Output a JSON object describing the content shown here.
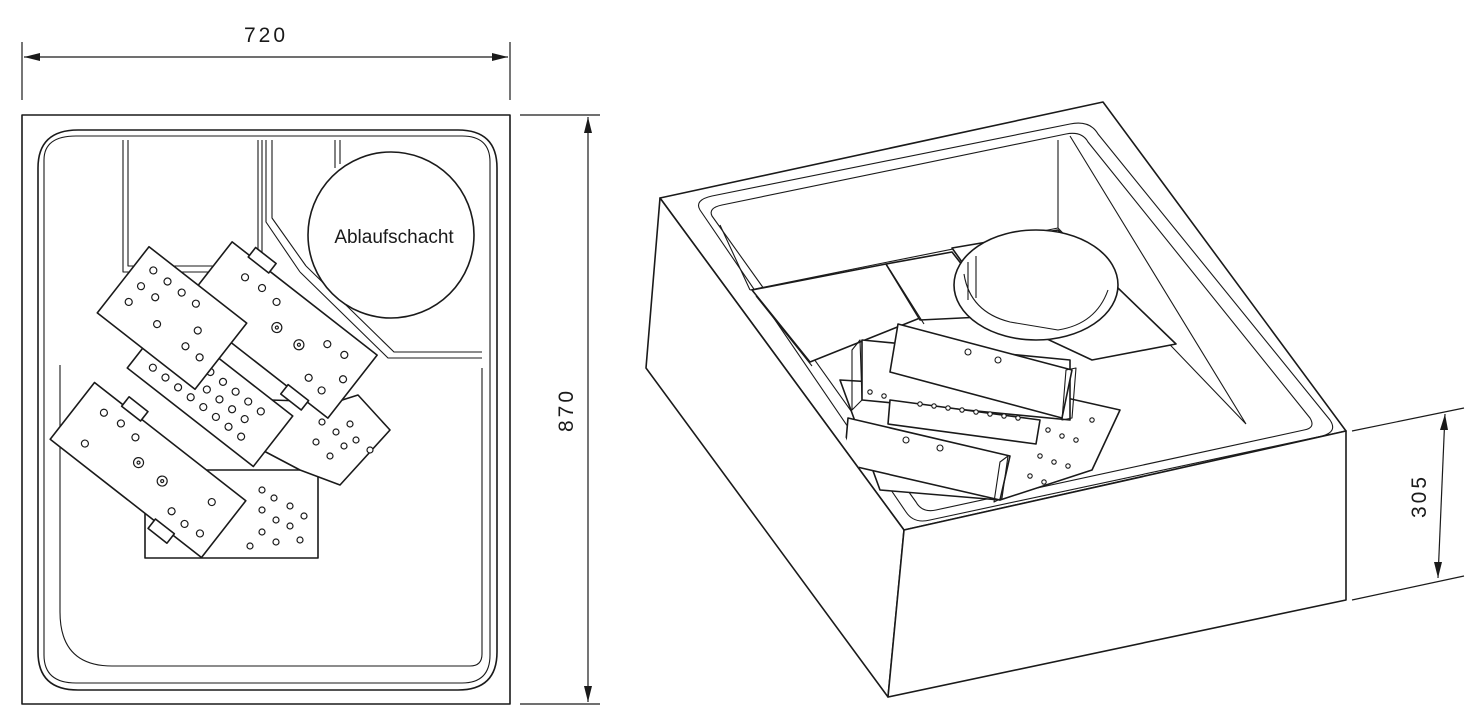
{
  "dimensions": {
    "width": "720",
    "depth": "870",
    "height": "305"
  },
  "labels": {
    "drain_shaft": "Ablaufschacht"
  }
}
